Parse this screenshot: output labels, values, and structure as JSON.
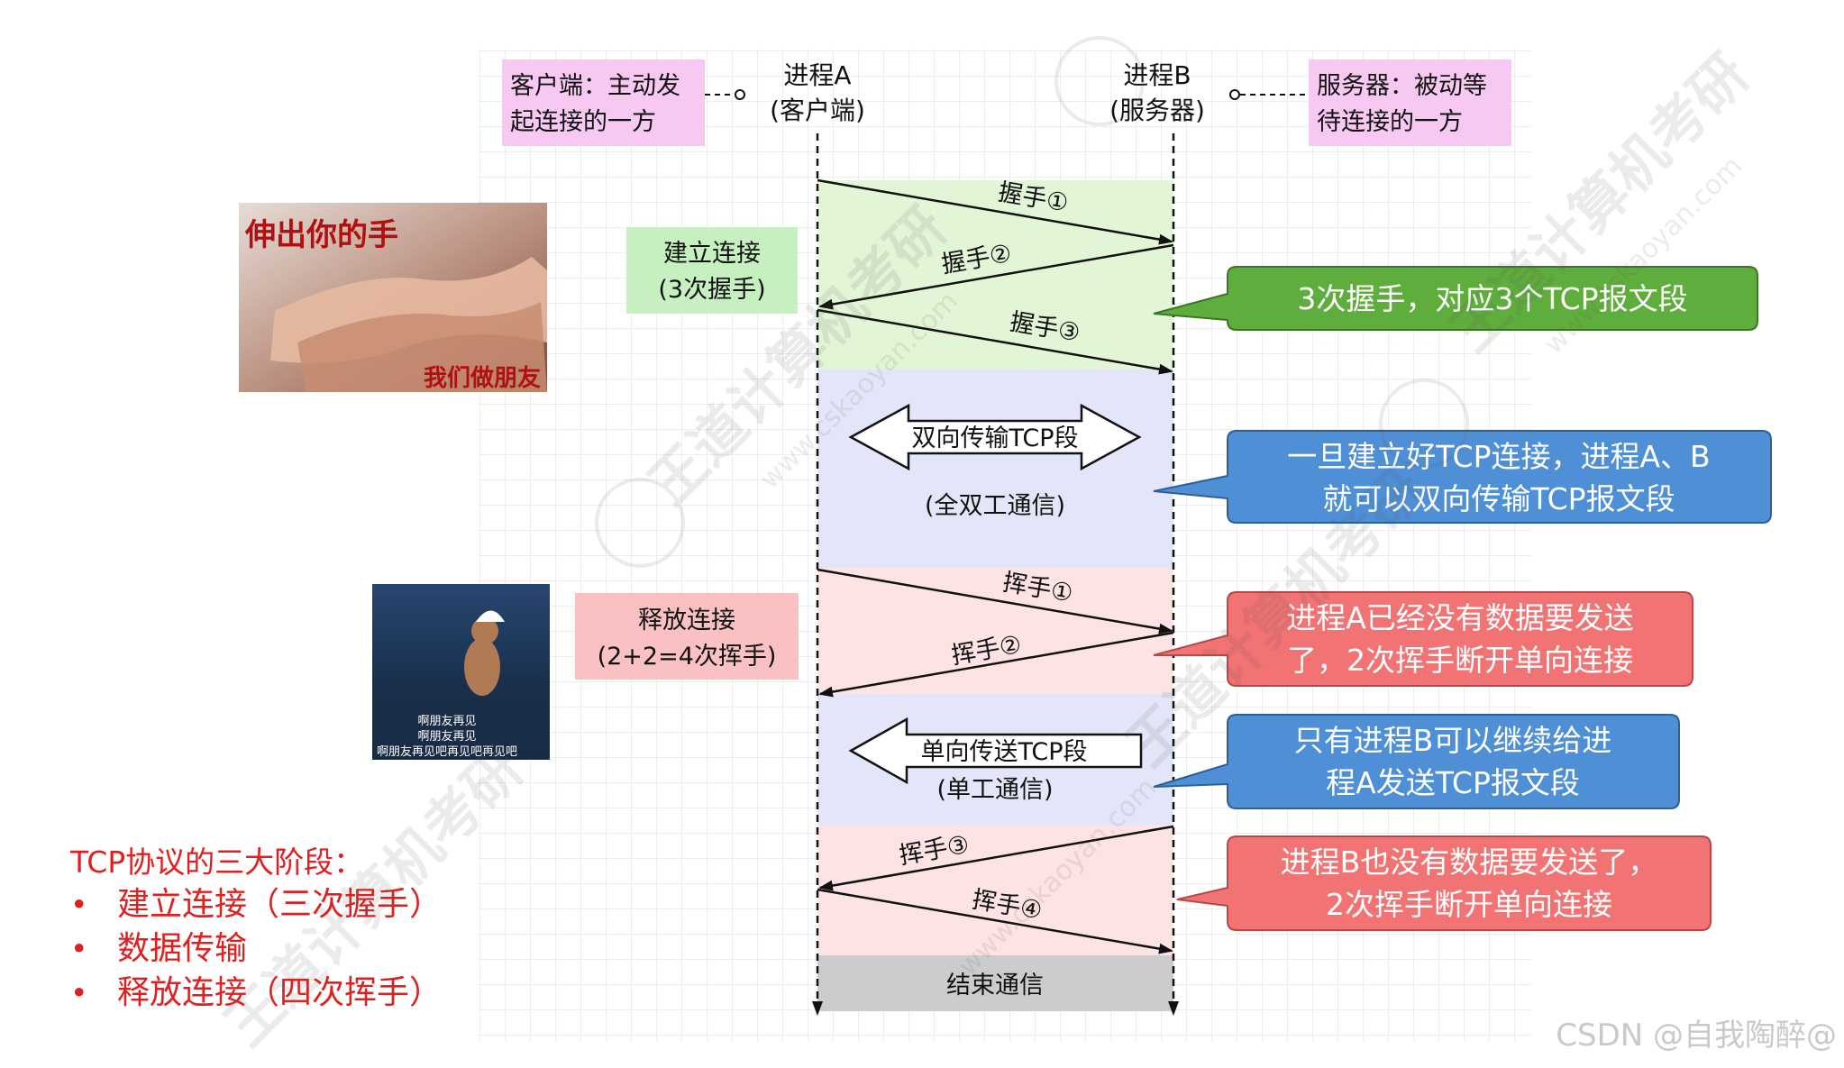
{
  "header": {
    "client_note_line1": "客户端：主动发",
    "client_note_line2": "起连接的一方",
    "process_a_line1": "进程A",
    "process_a_line2": "(客户端)",
    "process_b_line1": "进程B",
    "process_b_line2": "(服务器)",
    "server_note_line1": "服务器：被动等",
    "server_note_line2": "待连接的一方"
  },
  "phases": {
    "establish_line1": "建立连接",
    "establish_line2": "(3次握手)",
    "release_line1": "释放连接",
    "release_line2": "(2+2=4次挥手)",
    "duplex_arrow": "双向传输TCP段",
    "duplex_caption": "(全双工通信)",
    "simplex_arrow": "单向传送TCP段",
    "simplex_caption": "(单工通信)",
    "end": "结束通信"
  },
  "messages": {
    "hs1": "握手①",
    "hs2": "握手②",
    "hs3": "握手③",
    "wv1": "挥手①",
    "wv2": "挥手②",
    "wv3": "挥手③",
    "wv4": "挥手④"
  },
  "callouts": {
    "green": "3次握手，对应3个TCP报文段",
    "blue1_line1": "一旦建立好TCP连接，进程A、B",
    "blue1_line2": "就可以双向传输TCP报文段",
    "red1_line1": "进程A已经没有数据要发送",
    "red1_line2": "了，2次挥手断开单向连接",
    "blue2_line1": "只有进程B可以继续给进",
    "blue2_line2": "程A发送TCP报文段",
    "red2_line1": "进程B也没有数据要发送了，",
    "red2_line2": "2次挥手断开单向连接"
  },
  "images": {
    "hands_caption_top": "伸出你的手",
    "hands_caption_bottom": "我们做朋友",
    "tomjerry_line1": "啊朋友再见",
    "tomjerry_line2": "啊朋友再见",
    "tomjerry_line3": "啊朋友再见吧再见吧再见吧"
  },
  "summary": {
    "title": "TCP协议的三大阶段：",
    "items": [
      "建立连接（三次握手）",
      "数据传输",
      "释放连接（四次挥手）"
    ]
  },
  "watermarks": {
    "brand": "王道计算机考研",
    "site": "www.cskaoyan.com",
    "credit": "CSDN @自我陶醉@"
  },
  "colors": {
    "green_band": "#e2f5d6",
    "blue_band": "#e3e6f8",
    "red_band": "#fde3e3",
    "gray_band": "#cccccc",
    "pink_note": "#f7c9f2",
    "callout_green": "#5fad3d",
    "callout_blue": "#4f8fd6",
    "callout_red": "#f27373",
    "summary_red": "#e02020"
  }
}
